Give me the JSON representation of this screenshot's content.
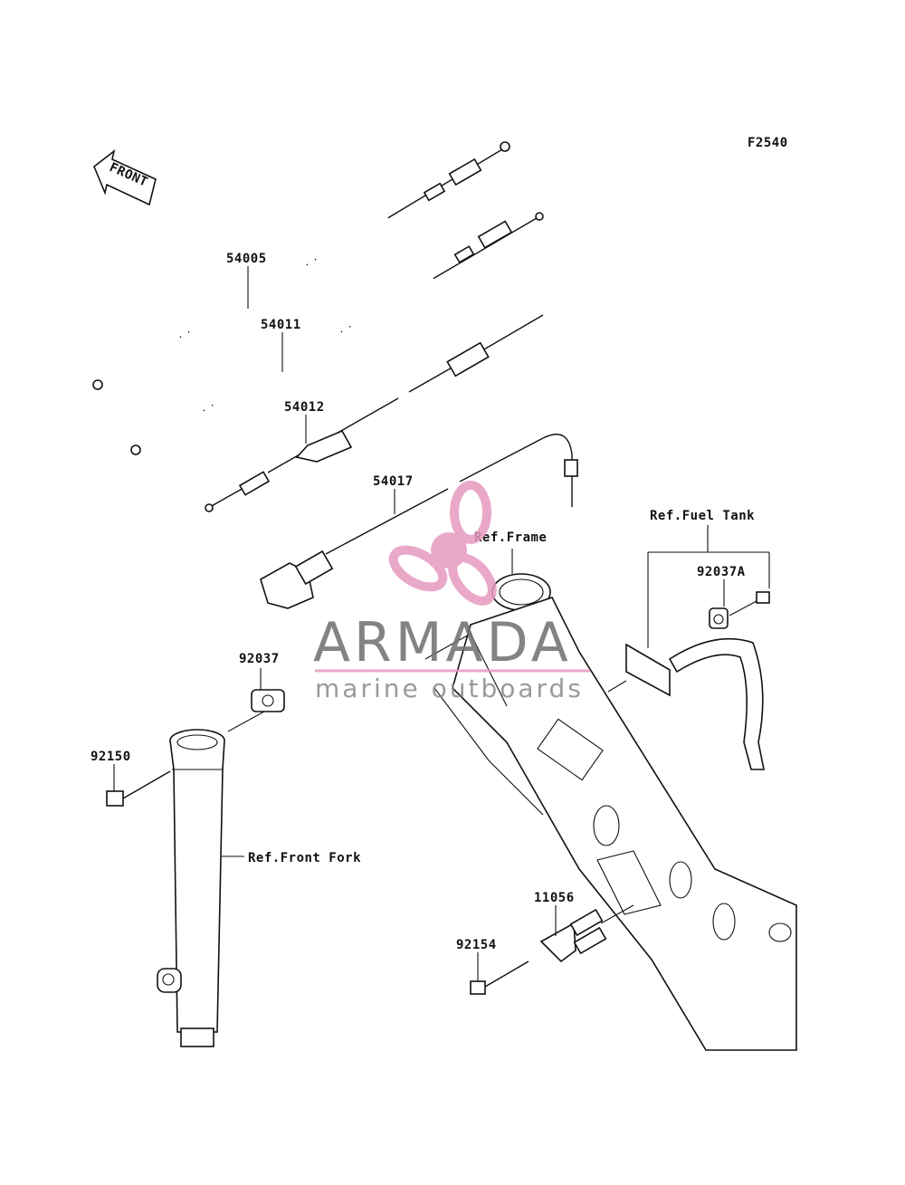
{
  "diagram": {
    "code": "F2540",
    "front_label": "FRONT",
    "parts": [
      {
        "id": "54005",
        "label": "54005"
      },
      {
        "id": "54011",
        "label": "54011"
      },
      {
        "id": "54012",
        "label": "54012"
      },
      {
        "id": "54017",
        "label": "54017"
      },
      {
        "id": "92037",
        "label": "92037"
      },
      {
        "id": "92037A",
        "label": "92037A"
      },
      {
        "id": "92150",
        "label": "92150"
      },
      {
        "id": "11056",
        "label": "11056"
      },
      {
        "id": "92154",
        "label": "92154"
      }
    ],
    "references": {
      "frame": "Ref.Frame",
      "fuel_tank": "Ref.Fuel Tank",
      "front_fork": "Ref.Front Fork"
    }
  },
  "watermark": {
    "brand": "ARMADA",
    "tagline": "marine outboards",
    "colors": {
      "brand": "#6e6e6e",
      "accent": "#e79ac0"
    }
  }
}
